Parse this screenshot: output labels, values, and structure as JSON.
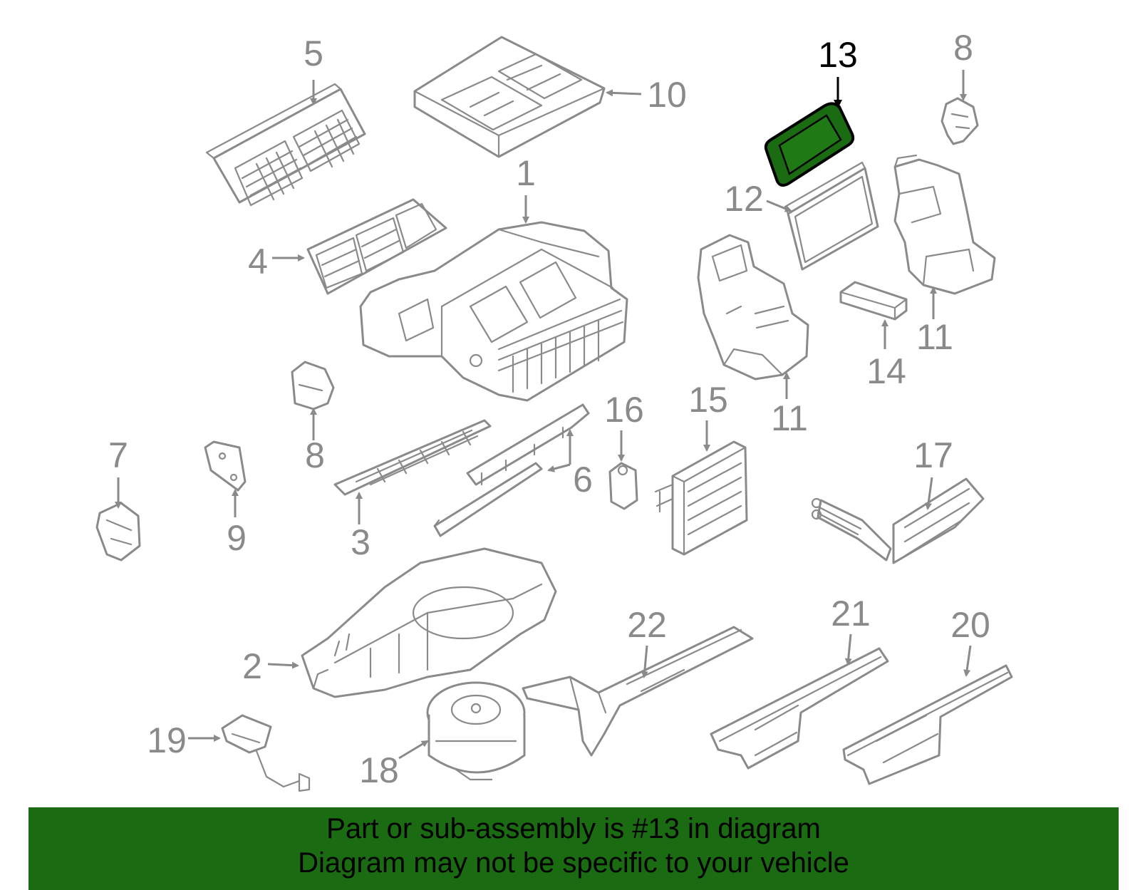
{
  "diagram": {
    "callouts": [
      {
        "id": "5",
        "text": "5"
      },
      {
        "id": "10",
        "text": "10"
      },
      {
        "id": "13",
        "text": "13",
        "highlighted": true
      },
      {
        "id": "8a",
        "text": "8"
      },
      {
        "id": "1",
        "text": "1"
      },
      {
        "id": "12",
        "text": "12"
      },
      {
        "id": "4",
        "text": "4"
      },
      {
        "id": "11a",
        "text": "11"
      },
      {
        "id": "11b",
        "text": "11"
      },
      {
        "id": "14",
        "text": "14"
      },
      {
        "id": "8b",
        "text": "8"
      },
      {
        "id": "16",
        "text": "16"
      },
      {
        "id": "15",
        "text": "15"
      },
      {
        "id": "7",
        "text": "7"
      },
      {
        "id": "9",
        "text": "9"
      },
      {
        "id": "3",
        "text": "3"
      },
      {
        "id": "6",
        "text": "6"
      },
      {
        "id": "17",
        "text": "17"
      },
      {
        "id": "22",
        "text": "22"
      },
      {
        "id": "21",
        "text": "21"
      },
      {
        "id": "20",
        "text": "20"
      },
      {
        "id": "2",
        "text": "2"
      },
      {
        "id": "19",
        "text": "19"
      },
      {
        "id": "18",
        "text": "18"
      }
    ],
    "colors": {
      "part_stroke": "#8a8a8a",
      "highlight_fill": "#1a6b12",
      "highlight_label": "#000000",
      "banner_bg": "#1a6b12"
    }
  },
  "banner": {
    "line1": "Part or sub-assembly is #13 in diagram",
    "line2": "Diagram may not be specific to your vehicle"
  }
}
